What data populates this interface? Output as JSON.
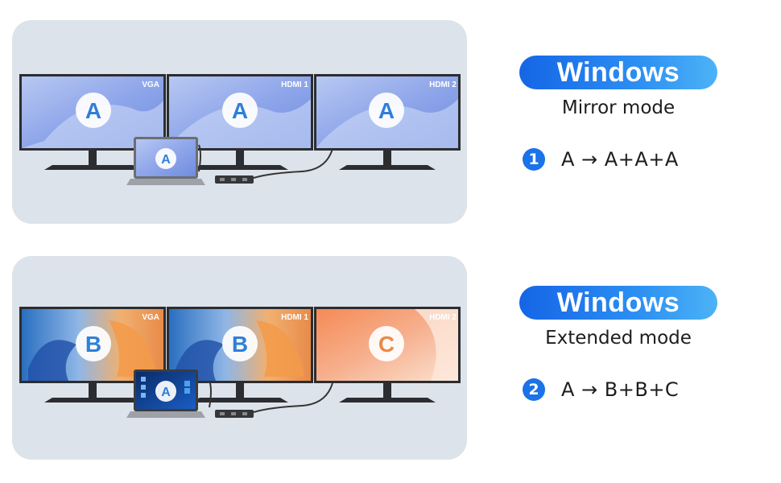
{
  "sections": [
    {
      "title": "Windows",
      "mode_label": "Mirror mode",
      "step_number": "1",
      "formula": "A → A+A+A",
      "monitors": [
        {
          "port": "VGA",
          "letter": "A",
          "theme": "blue"
        },
        {
          "port": "HDMI 1",
          "letter": "A",
          "theme": "blue"
        },
        {
          "port": "HDMI 2",
          "letter": "A",
          "theme": "blue"
        }
      ],
      "laptop_letter": "A",
      "laptop_theme": "blue"
    },
    {
      "title": "Windows",
      "mode_label": "Extended mode",
      "step_number": "2",
      "formula": "A → B+B+C",
      "monitors": [
        {
          "port": "VGA",
          "letter": "B",
          "theme": "flower"
        },
        {
          "port": "HDMI 1",
          "letter": "B",
          "theme": "flower"
        },
        {
          "port": "HDMI 2",
          "letter": "C",
          "theme": "orange"
        }
      ],
      "laptop_letter": "A",
      "laptop_theme": "windows"
    }
  ],
  "colors": {
    "accent": "#1a73e8",
    "panel_bg": "#dde3ea",
    "letter_color": "#2f7fd8"
  },
  "icons": {
    "monitor": "monitor-icon",
    "laptop": "laptop-icon",
    "hub": "usb-hub-icon",
    "arrow": "right-arrow-icon"
  }
}
